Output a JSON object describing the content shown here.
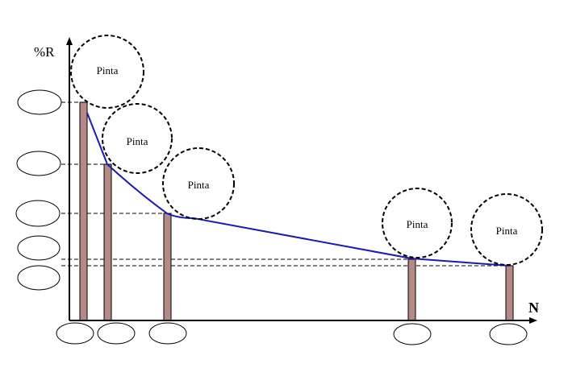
{
  "diagram": {
    "y_axis_label": "%R",
    "x_axis_label": "N",
    "bubbles": [
      "Pinta",
      "Pinta",
      "Pinta",
      "Pinta",
      "Pinta"
    ],
    "colors": {
      "bar": "#b48a86",
      "curve": "#1a1ab4"
    }
  }
}
